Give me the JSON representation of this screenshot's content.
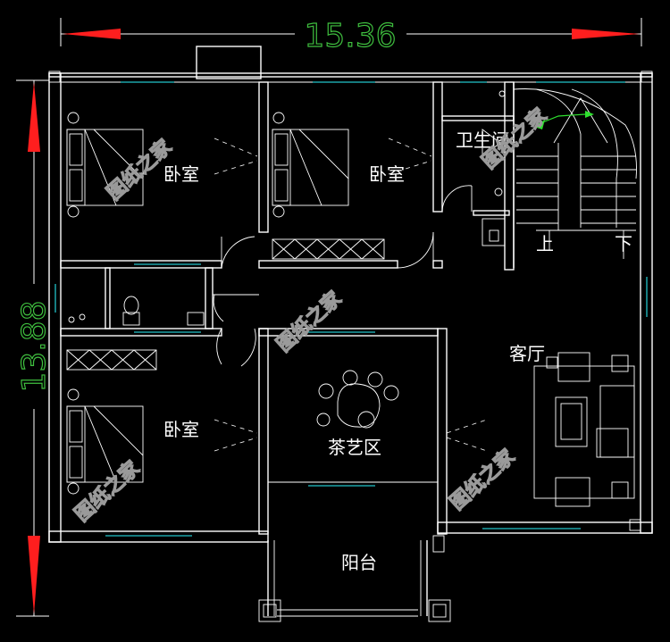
{
  "dimensions": {
    "width_label": "15.36",
    "height_label": "13.88"
  },
  "rooms": {
    "bedroom_top_left": "卧室",
    "bedroom_top_mid": "卧室",
    "bathroom": "卫生间",
    "bedroom_bottom_left": "卧室",
    "tea_area": "茶艺区",
    "living_room": "客厅",
    "balcony": "阳台",
    "stairs_up": "上",
    "stairs_down": "下"
  },
  "watermark": "图纸之家",
  "colors": {
    "background": "#000000",
    "walls": "#ffffff",
    "windows": "#22c3c9",
    "dimension_arrows": "#ff1e1e",
    "dimension_text": "#3fbf3f",
    "stair_arrows": "#2ee02e"
  }
}
